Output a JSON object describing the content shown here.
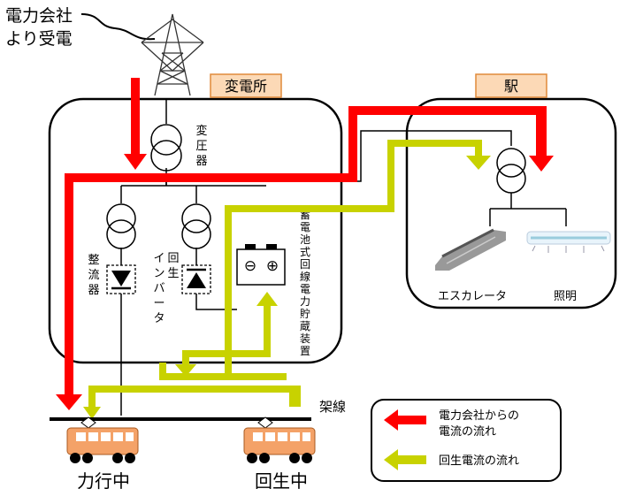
{
  "power_source_line1": "電力会社",
  "power_source_line2": "より受電",
  "substation_label": "変電所",
  "station_label": "駅",
  "transformer_label": [
    "変",
    "圧",
    "器"
  ],
  "rectifier_label": [
    "整",
    "流",
    "器"
  ],
  "inverter_col1": [
    "回",
    "生"
  ],
  "inverter_col2": [
    "イ",
    "ン",
    "バ",
    "ー",
    "タ"
  ],
  "storage_label": [
    "蓄",
    "電",
    "池",
    "式",
    "回",
    "線",
    "電",
    "力",
    "貯",
    "蔵",
    "装",
    "置"
  ],
  "battery_minus": "⊖",
  "battery_plus": "⊕",
  "escalator_label": "エスカレータ",
  "lighting_label": "照明",
  "overhead_line_label": "架線",
  "train_powering_label": "力行中",
  "train_regen_label": "回生中",
  "legend_red_line1": "電力会社からの",
  "legend_red_line2": "電流の流れ",
  "legend_yellow": "回生電流の流れ",
  "colors": {
    "utility_flow": "#ff0000",
    "regen_flow": "#c8d200",
    "label_box": "#fcd9b6",
    "label_box_border": "#e08a3a",
    "train_body": "#f4a268"
  }
}
